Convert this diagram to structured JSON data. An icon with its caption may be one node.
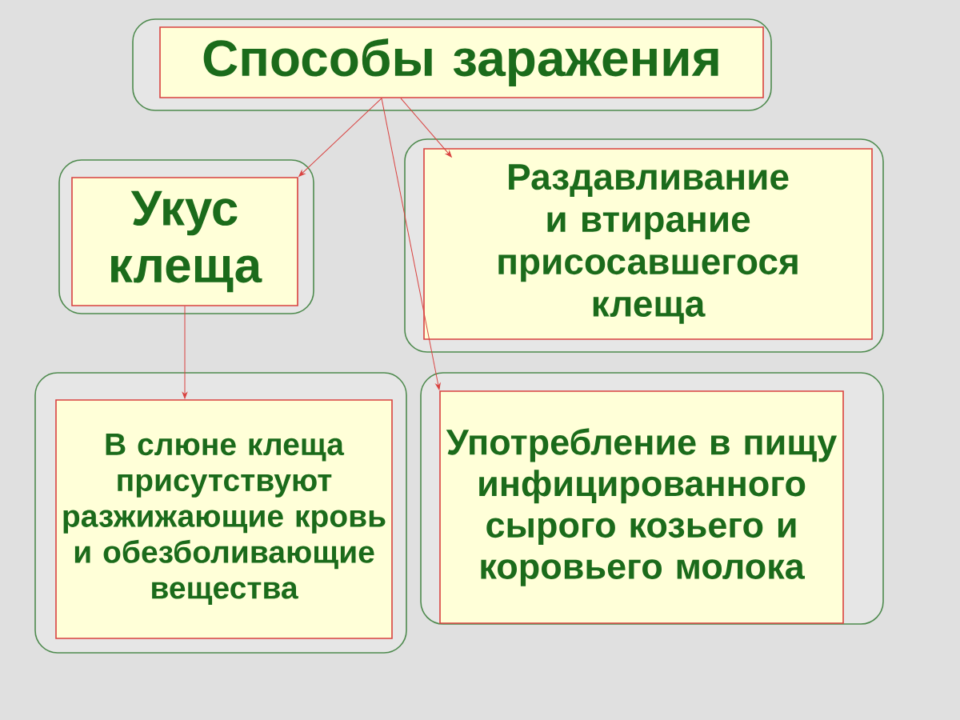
{
  "diagram": {
    "nodes": [
      {
        "text": [],
        "shape": "box"
      },
      {
        "text": [
          "Способы заражения"
        ],
        "in": 0
      },
      {
        "text": [],
        "shape": "box"
      },
      {
        "text": [
          "Укус клеща"
        ],
        "in": 2
      },
      {
        "text": [],
        "shape": "box"
      },
      {
        "text": [
          "Раздавливание и втирание присосавшегося клеща"
        ],
        "in": 4
      },
      {
        "text": [],
        "shape": "box"
      },
      {
        "text": [
          "В слюне клеща присутствуют разжижающие кровь и обезболивающие вещества"
        ],
        "in": 6
      },
      {
        "text": [],
        "shape": "box"
      },
      {
        "text": [
          "Употребление в пищу инфицированного сырого козьего и коровьего молока"
        ],
        "in": 8
      }
    ],
    "edges": [
      {
        "from": 1,
        "to": 3,
        "arrow": "to"
      },
      {
        "from": 1,
        "to": 5,
        "arrow": "to"
      },
      {
        "from": 1,
        "to": 9,
        "arrow": "to"
      },
      {
        "from": 3,
        "to": 7,
        "arrow": "to"
      }
    ]
  }
}
